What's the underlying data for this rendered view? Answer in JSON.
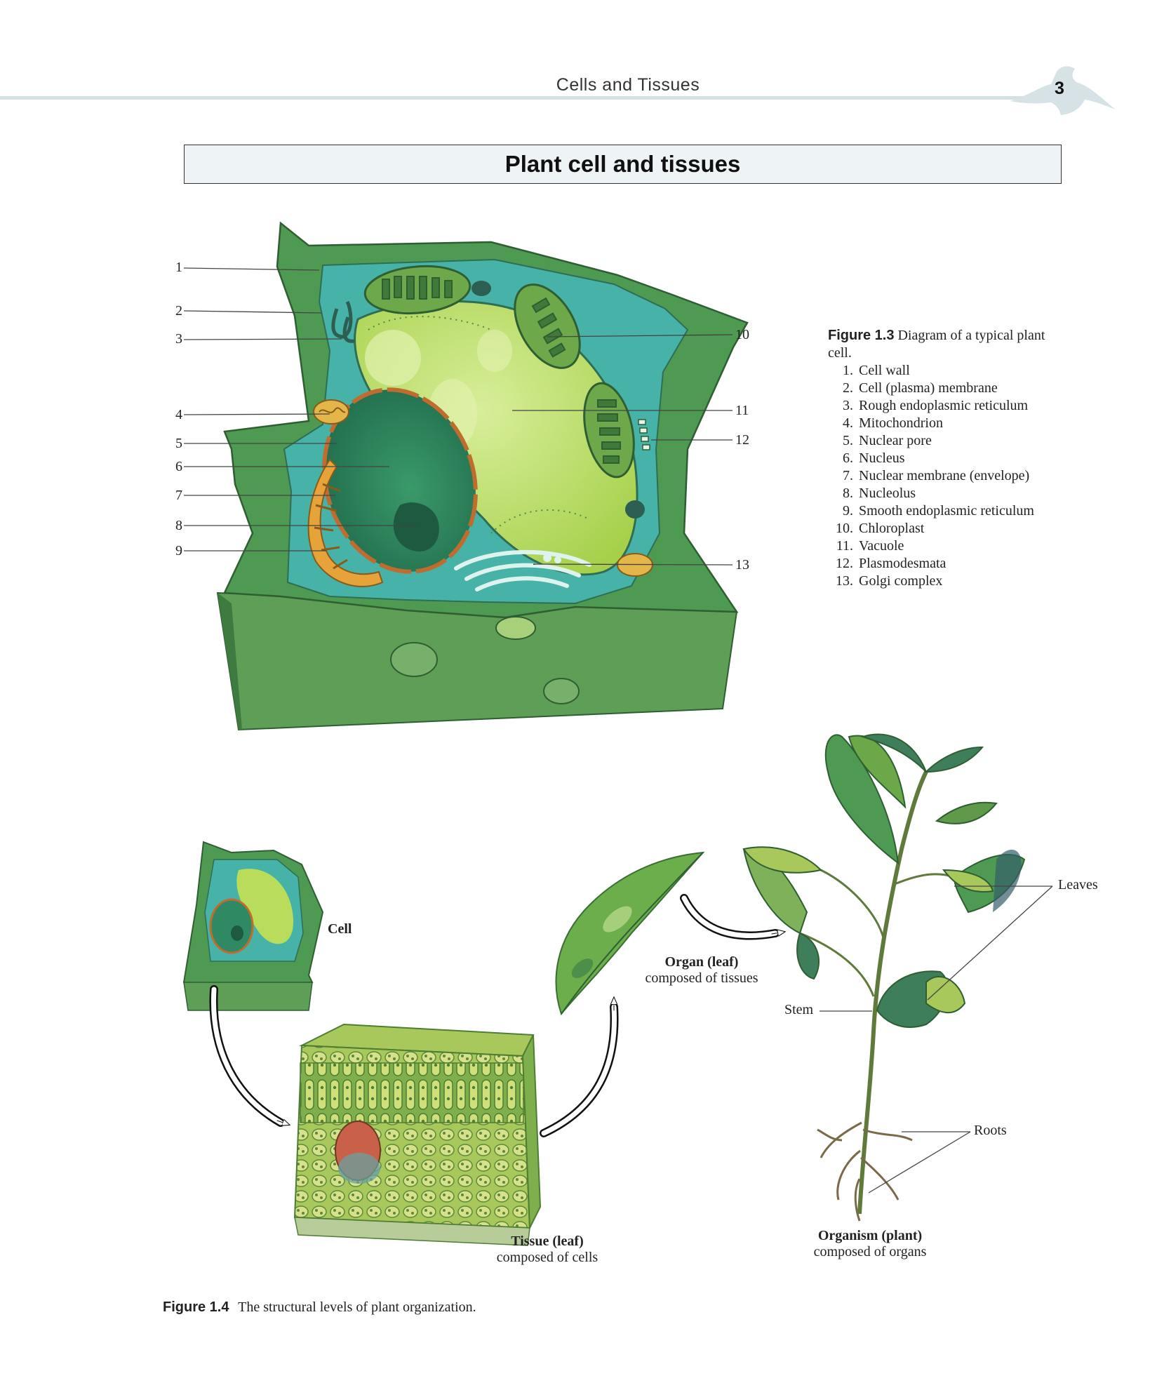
{
  "header": {
    "running_head": "Cells and Tissues",
    "page_number": "3"
  },
  "section_title": "Plant cell and tissues",
  "figure_1_3": {
    "label": "Figure 1.3",
    "caption": "Diagram of a typical plant cell.",
    "callout_numbers": [
      "1",
      "2",
      "3",
      "4",
      "5",
      "6",
      "7",
      "8",
      "9",
      "10",
      "11",
      "12",
      "13"
    ],
    "legend": [
      {
        "num": "1.",
        "text": "Cell wall"
      },
      {
        "num": "2.",
        "text": "Cell (plasma) membrane"
      },
      {
        "num": "3.",
        "text": "Rough endoplasmic reticulum"
      },
      {
        "num": "4.",
        "text": "Mitochondrion"
      },
      {
        "num": "5.",
        "text": "Nuclear pore"
      },
      {
        "num": "6.",
        "text": "Nucleus"
      },
      {
        "num": "7.",
        "text": "Nuclear membrane (envelope)"
      },
      {
        "num": "8.",
        "text": "Nucleolus"
      },
      {
        "num": "9.",
        "text": "Smooth endoplasmic reticulum"
      },
      {
        "num": "10.",
        "text": "Chloroplast"
      },
      {
        "num": "11.",
        "text": "Vacuole"
      },
      {
        "num": "12.",
        "text": "Plasmodesmata"
      },
      {
        "num": "13.",
        "text": "Golgi complex"
      }
    ]
  },
  "figure_1_4": {
    "label": "Figure 1.4",
    "caption": "The structural levels of plant organization.",
    "cell_label": "Cell",
    "tissue_title": "Tissue (leaf)",
    "tissue_sub": "composed of cells",
    "organ_title": "Organ (leaf)",
    "organ_sub": "composed of tissues",
    "organism_title": "Organism (plant)",
    "organism_sub": "composed of organs",
    "leaves_label": "Leaves",
    "stem_label": "Stem",
    "roots_label": "Roots"
  },
  "colors": {
    "cell_wall": "#4f9a52",
    "cytoplasm": "#47b3a8",
    "vacuole": "#b9dc5a",
    "nucleus": "#2f8a64",
    "nucleolus": "#1d5a40",
    "chloroplast": "#6da84a",
    "golgi": "#cfeee6",
    "ser": "#d9a73f",
    "header_rule": "#d3e0e4",
    "title_box": "#eef3f5"
  }
}
